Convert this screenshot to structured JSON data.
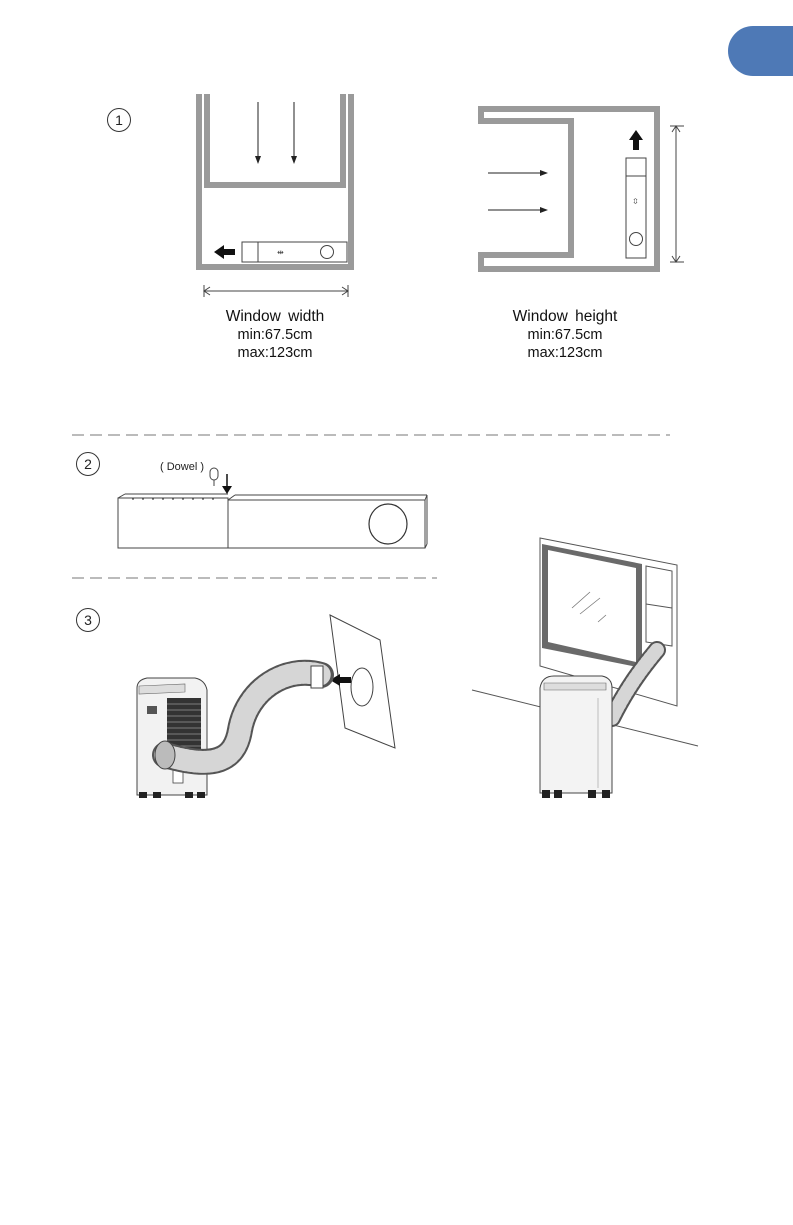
{
  "brand": {
    "tab_color": "#4e79b6"
  },
  "step1": {
    "number": "1",
    "width_diagram": {
      "label": "Window  width",
      "min": "min:67.5cm",
      "max": "max:123cm"
    },
    "height_diagram": {
      "label": "Window  height",
      "min": "min:67.5cm",
      "max": "max:123cm"
    }
  },
  "step2": {
    "number": "2",
    "dowel_label": "( Dowel )"
  },
  "step3": {
    "number": "3"
  }
}
